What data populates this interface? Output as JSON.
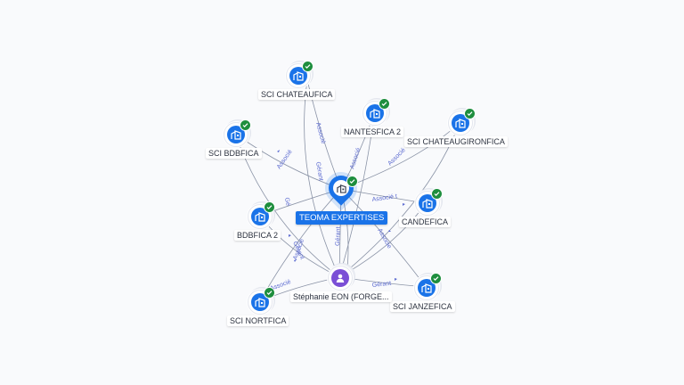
{
  "center": {
    "name": "TEOMA EXPERTISES",
    "icon": "building-icon",
    "status": "verified-check-icon"
  },
  "person": {
    "name": "Stéphanie EON (FORGE...",
    "icon": "person-icon"
  },
  "companies": [
    {
      "id": "chateaufica",
      "name": "SCI CHATEAUFICA",
      "icon": "building-icon"
    },
    {
      "id": "nantesfica2",
      "name": "NANTESFICA 2",
      "icon": "building-icon"
    },
    {
      "id": "chateaugironfica",
      "name": "SCI CHATEAUGIRONFICA",
      "icon": "building-icon"
    },
    {
      "id": "bdbfica",
      "name": "SCI BDBFICA",
      "icon": "building-icon"
    },
    {
      "id": "bdbfica2",
      "name": "BDBFICA 2",
      "icon": "building-icon"
    },
    {
      "id": "candefica",
      "name": "CANDEFICA",
      "icon": "building-icon"
    },
    {
      "id": "nortfica",
      "name": "SCI NORTFICA",
      "icon": "building-icon"
    },
    {
      "id": "janzefica",
      "name": "SCI JANZEFICA",
      "icon": "building-icon"
    }
  ],
  "relations": {
    "associe": "Associé",
    "gerant": "Gérant",
    "associe_short": "Associe",
    "gerant_short": "Gé",
    "associe_trunc": "Associé t"
  },
  "colors": {
    "node_blue": "#1a73e8",
    "person_purple": "#7b4fd6",
    "check_green": "#1e8e3e",
    "edge_grey": "#8a93a6",
    "relation_text": "#5b6ad0"
  }
}
